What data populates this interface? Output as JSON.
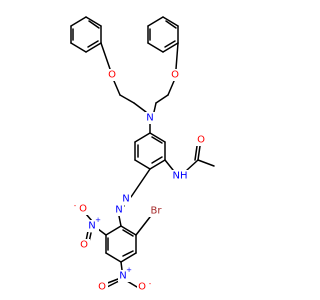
{
  "molecule": {
    "colors": {
      "bond": "#000000",
      "O": "#ff0000",
      "N": "#0000ff",
      "Br": "#a52a2a",
      "C": "#000000"
    },
    "labels": {
      "o_upper_left": "O",
      "o_upper_right": "O",
      "n_amine": "N",
      "nh_amide": "NH",
      "o_carbonyl": "O",
      "n_azo_1": "N",
      "n_azo_2": "N",
      "br": "Br",
      "n_nitro_left": "N",
      "n_nitro_left_charge": "+",
      "o_nitro_left_minus": "O",
      "o_nitro_left_minus_charge": "-",
      "o_nitro_left_double": "O",
      "n_nitro_bottom": "N",
      "n_nitro_bottom_charge": "+",
      "o_nitro_bottom_double": "O",
      "o_nitro_bottom_minus": "O",
      "o_nitro_bottom_minus_charge": "-"
    }
  }
}
